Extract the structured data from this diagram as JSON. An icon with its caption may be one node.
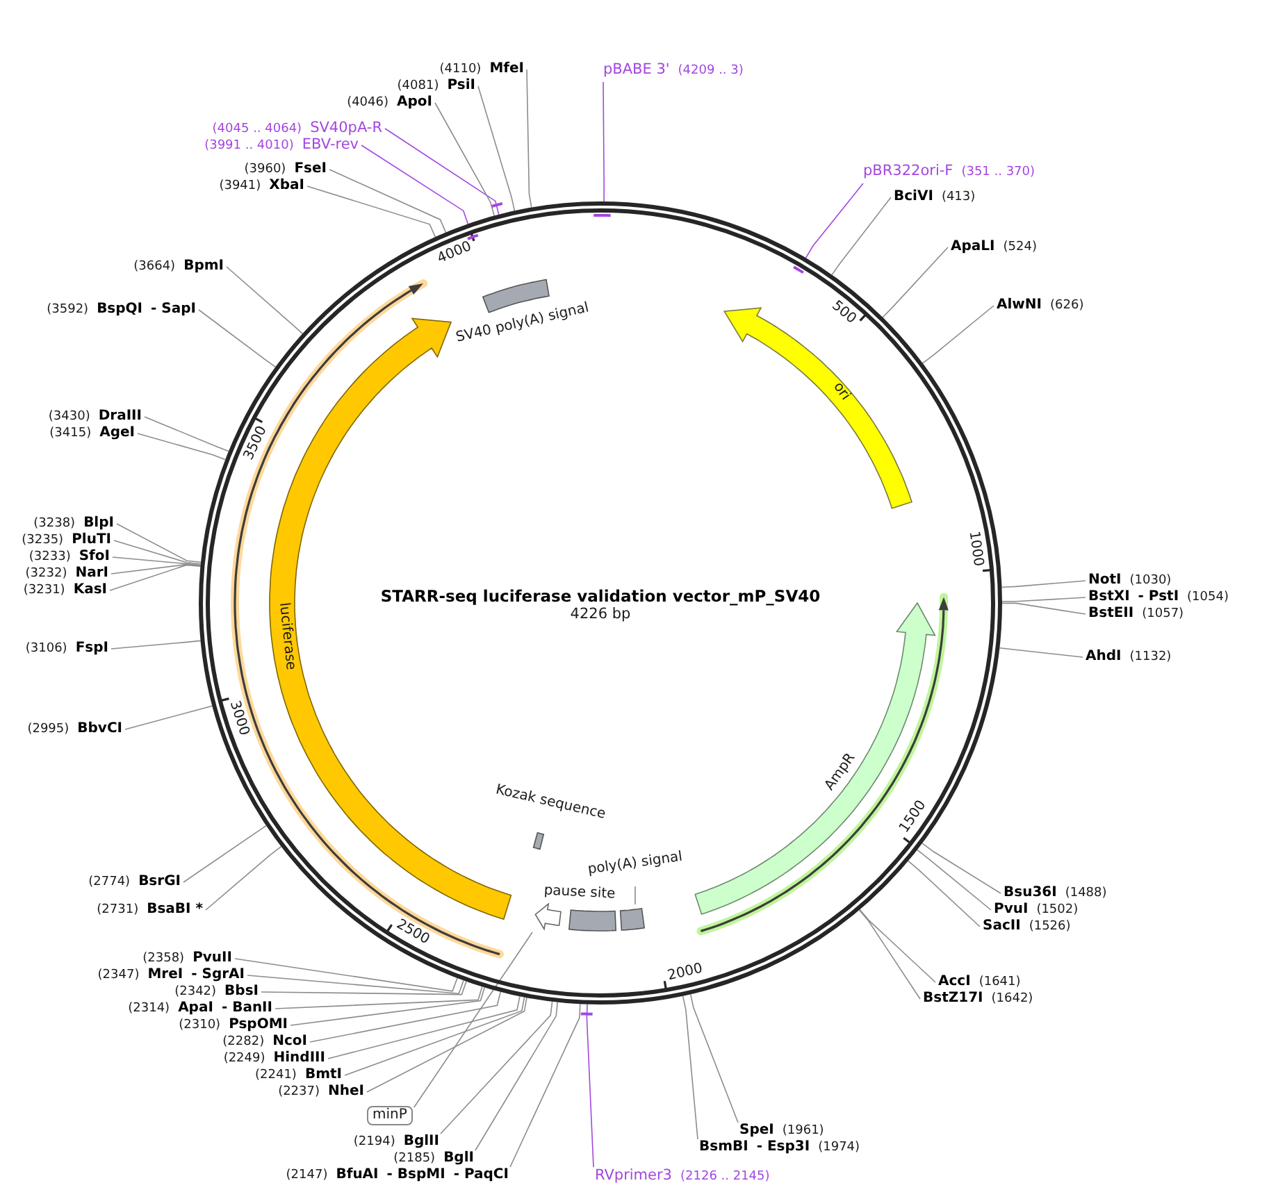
{
  "diagram": {
    "title": "STARR-seq luciferase validation vector_mP_SV40",
    "nodes": [
      {
        "text": [],
        "shape": "circle"
      },
      {
        "text": [
          "pBABE 3'",
          "(4209 .. 3)"
        ]
      },
      {
        "text": [
          "pBR322ori-F",
          "(351 .. 370)"
        ]
      },
      {
        "text": [
          "BciVI",
          "(413)"
        ]
      },
      {
        "text": [
          "ApaLI",
          "(524)"
        ]
      },
      {
        "text": [
          "AlwNI",
          "(626)"
        ]
      },
      {
        "text": [
          "NotI",
          "(1030)"
        ]
      },
      {
        "text": [
          "BstXI",
          "- PstI",
          "(1054)"
        ]
      },
      {
        "text": [
          "BstEII",
          "(1057)"
        ]
      },
      {
        "text": [
          "AhdI",
          "(1132)"
        ]
      },
      {
        "text": [
          "Bsu36I",
          "(1488)"
        ]
      },
      {
        "text": [
          "PvuI",
          "(1502)"
        ]
      },
      {
        "text": [
          "SacII",
          "(1526)"
        ]
      },
      {
        "text": [
          "AccI",
          "(1641)"
        ]
      },
      {
        "text": [
          "BstZ17I",
          "(1642)"
        ]
      },
      {
        "text": [
          "SpeI",
          "(1961)"
        ]
      },
      {
        "text": [
          "BsmBI",
          "- Esp3I",
          "(1974)"
        ]
      },
      {
        "text": [
          "RVprimer3",
          "(2126 .. 2145)"
        ]
      },
      {
        "text": [
          "(2147)",
          "BfuAI",
          "- BspMI",
          "- PaqCI"
        ]
      },
      {
        "text": [
          "(2185)",
          "BglI"
        ]
      },
      {
        "text": [
          "(2194)",
          "BglII"
        ]
      },
      {
        "text": [
          "minP"
        ]
      },
      {
        "text": [
          "(2237)",
          "NheI"
        ]
      },
      {
        "text": [
          "(2241)",
          "BmtI"
        ]
      },
      {
        "text": [
          "(2249)",
          "HindIII"
        ]
      },
      {
        "text": [
          "(2282)",
          "NcoI"
        ]
      },
      {
        "text": [
          "(2310)",
          "PspOMI"
        ]
      },
      {
        "text": [
          "(2314)",
          "ApaI",
          "- BanII"
        ]
      },
      {
        "text": [
          "(2342)",
          "BbsI"
        ]
      },
      {
        "text": [
          "(2347)",
          "MreI",
          "- SgrAI"
        ]
      },
      {
        "text": [
          "(2358)",
          "PvuII"
        ]
      },
      {
        "text": [
          "(2731)",
          "BsaBI *"
        ]
      },
      {
        "text": [
          "(2774)",
          "BsrGI"
        ]
      },
      {
        "text": [
          "(2995)",
          "BbvCI"
        ]
      },
      {
        "text": [
          "(3106)",
          "FspI"
        ]
      },
      {
        "text": [
          "(3231)",
          "KasI"
        ]
      },
      {
        "text": [
          "(3232)",
          "NarI"
        ]
      },
      {
        "text": [
          "(3233)",
          "SfoI"
        ]
      },
      {
        "text": [
          "(3235)",
          "PluTI"
        ]
      },
      {
        "text": [
          "(3238)",
          "BlpI"
        ]
      },
      {
        "text": [
          "(3415)",
          "AgeI"
        ]
      },
      {
        "text": [
          "(3430)",
          "DraIII"
        ]
      },
      {
        "text": [
          "(3592)",
          "BspQI",
          "- SapI"
        ]
      },
      {
        "text": [
          "(3664)",
          "BpmI"
        ]
      },
      {
        "text": [
          "(3941)",
          "XbaI"
        ]
      },
      {
        "text": [
          "(3960)",
          "FseI"
        ]
      },
      {
        "text": [
          "(3991 .. 4010)",
          "EBV-rev"
        ]
      },
      {
        "text": [
          "(4045 .. 4064)",
          "SV40pA-R"
        ]
      },
      {
        "text": [
          "(4046)",
          "ApoI"
        ]
      },
      {
        "text": [
          "(4081)",
          "PsiI"
        ]
      },
      {
        "text": [
          "(4110)",
          "MfeI"
        ]
      },
      {
        "text": [
          "ori"
        ],
        "in": 0
      },
      {
        "text": [
          "AmpR"
        ],
        "in": 0
      },
      {
        "text": [
          "poly(A) signal"
        ],
        "in": 0
      },
      {
        "text": [],
        "shape": "box",
        "in": 0
      },
      {
        "text": [
          "pause site"
        ],
        "in": 0
      },
      {
        "text": [],
        "shape": "arrow",
        "in": 0
      },
      {
        "text": [
          "Kozak sequence"
        ],
        "in": 0
      },
      {
        "text": [
          "luciferase"
        ],
        "in": 0
      },
      {
        "text": [
          "SV40 poly(A) signal"
        ],
        "in": 0
      }
    ],
    "edges": [
      {
        "from": 1,
        "to": 0,
        "arrow": "none",
        "color": "#a347e0"
      },
      {
        "from": 2,
        "to": 0,
        "arrow": "none",
        "color": "#a347e0"
      },
      {
        "from": 3,
        "to": 0,
        "arrow": "none"
      },
      {
        "from": 4,
        "to": 0,
        "arrow": "none"
      },
      {
        "from": 5,
        "to": 0,
        "arrow": "none"
      },
      {
        "from": 6,
        "to": 0,
        "arrow": "none"
      },
      {
        "from": 7,
        "to": 0,
        "arrow": "none"
      },
      {
        "from": 8,
        "to": 0,
        "arrow": "none"
      },
      {
        "from": 9,
        "to": 0,
        "arrow": "none"
      },
      {
        "from": 10,
        "to": 0,
        "arrow": "none"
      },
      {
        "from": 11,
        "to": 0,
        "arrow": "none"
      },
      {
        "from": 12,
        "to": 0,
        "arrow": "none"
      },
      {
        "from": 13,
        "to": 0,
        "arrow": "none"
      },
      {
        "from": 14,
        "to": 0,
        "arrow": "none"
      },
      {
        "from": 15,
        "to": 0,
        "arrow": "none"
      },
      {
        "from": 16,
        "to": 0,
        "arrow": "none"
      },
      {
        "from": 17,
        "to": 0,
        "arrow": "none",
        "color": "#a347e0"
      },
      {
        "from": 18,
        "to": 0,
        "arrow": "none"
      },
      {
        "from": 19,
        "to": 0,
        "arrow": "none"
      },
      {
        "from": 20,
        "to": 0,
        "arrow": "none"
      },
      {
        "from": 21,
        "to": 56,
        "arrow": "none"
      },
      {
        "from": 22,
        "to": 0,
        "arrow": "none"
      },
      {
        "from": 23,
        "to": 0,
        "arrow": "none"
      },
      {
        "from": 24,
        "to": 0,
        "arrow": "none"
      },
      {
        "from": 25,
        "to": 0,
        "arrow": "none"
      },
      {
        "from": 26,
        "to": 0,
        "arrow": "none"
      },
      {
        "from": 27,
        "to": 0,
        "arrow": "none"
      },
      {
        "from": 28,
        "to": 0,
        "arrow": "none"
      },
      {
        "from": 29,
        "to": 0,
        "arrow": "none"
      },
      {
        "from": 30,
        "to": 0,
        "arrow": "none"
      },
      {
        "from": 31,
        "to": 0,
        "arrow": "none"
      },
      {
        "from": 32,
        "to": 0,
        "arrow": "none"
      },
      {
        "from": 33,
        "to": 0,
        "arrow": "none"
      },
      {
        "from": 34,
        "to": 0,
        "arrow": "none"
      },
      {
        "from": 35,
        "to": 0,
        "arrow": "none"
      },
      {
        "from": 36,
        "to": 0,
        "arrow": "none"
      },
      {
        "from": 37,
        "to": 0,
        "arrow": "none"
      },
      {
        "from": 38,
        "to": 0,
        "arrow": "none"
      },
      {
        "from": 39,
        "to": 0,
        "arrow": "none"
      },
      {
        "from": 40,
        "to": 0,
        "arrow": "none"
      },
      {
        "from": 41,
        "to": 0,
        "arrow": "none"
      },
      {
        "from": 42,
        "to": 0,
        "arrow": "none"
      },
      {
        "from": 43,
        "to": 0,
        "arrow": "none"
      },
      {
        "from": 44,
        "to": 0,
        "arrow": "none"
      },
      {
        "from": 45,
        "to": 0,
        "arrow": "none"
      },
      {
        "from": 46,
        "to": 0,
        "arrow": "none",
        "color": "#a347e0"
      },
      {
        "from": 47,
        "to": 0,
        "arrow": "none",
        "color": "#a347e0"
      },
      {
        "from": 48,
        "to": 0,
        "arrow": "none"
      },
      {
        "from": 49,
        "to": 0,
        "arrow": "none"
      },
      {
        "from": 50,
        "to": 0,
        "arrow": "none"
      },
      {
        "from": 53,
        "to": 54,
        "arrow": "none"
      }
    ],
    "labels": [
      "4226 bp",
      "500",
      "1000",
      "1500",
      "2000",
      "2500",
      "3000",
      "3500",
      "4000"
    ]
  }
}
